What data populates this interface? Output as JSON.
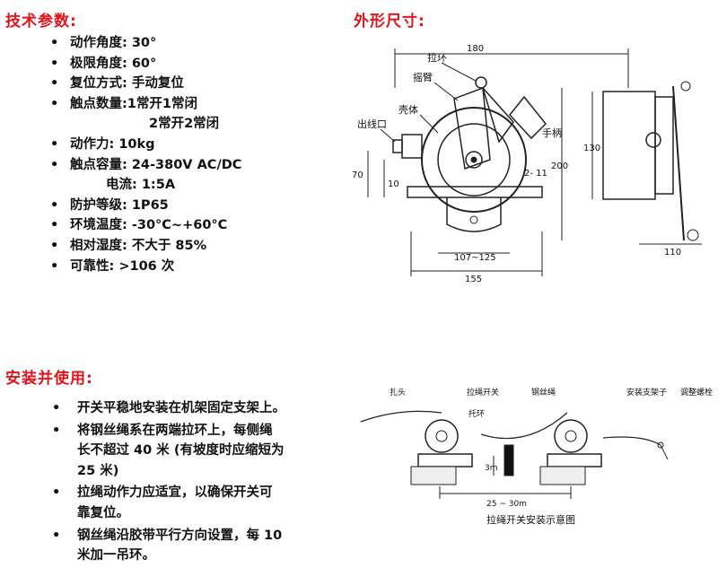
{
  "tech": {
    "title": "技术参数:",
    "items": [
      {
        "bullet": "•",
        "text": "动作角度: 30°"
      },
      {
        "bullet": "•",
        "text": "极限角度: 60°"
      },
      {
        "bullet": "•",
        "text": "复位方式: 手动复位"
      },
      {
        "bullet": "•",
        "text": "触点数量:1常开1常闭"
      },
      {
        "bullet": "",
        "text": "2常开2常闭"
      },
      {
        "bullet": "•",
        "text": "动作力: 10kg"
      },
      {
        "bullet": "•",
        "text": "触点容量: 24-380V AC/DC"
      },
      {
        "bullet": "",
        "text": "电流: 1:5A"
      },
      {
        "bullet": "•",
        "text": "防护等级: 1P65"
      },
      {
        "bullet": "•",
        "text": "环境温度: -30°C~+60°C"
      },
      {
        "bullet": "•",
        "text": "相对湿度: 不大于 85%"
      },
      {
        "bullet": "•",
        "text": "可靠性: >106 次"
      }
    ]
  },
  "dims": {
    "title": "外形尺寸:",
    "labels": {
      "d180": "180",
      "lahuan": "拉环",
      "baibi": "摇臂",
      "keti": "壳体",
      "chuxiankou": "出线口",
      "shoubing": "手柄",
      "d70": "70",
      "d10": "10",
      "d2_11": "2- 11",
      "d200": "200",
      "d107": "107~125",
      "d155": "155",
      "d130": "130",
      "d110": "110"
    }
  },
  "install": {
    "title": "安装并使用:",
    "items": [
      {
        "bullet": "•",
        "lines": [
          "开关平稳地安装在机架固定支架上。"
        ]
      },
      {
        "bullet": "•",
        "lines": [
          "将钢丝绳系在两端拉环上，每侧绳",
          "长不超过 40 米 (有坡度时应缩短为",
          "25 米)"
        ]
      },
      {
        "bullet": "•",
        "lines": [
          "拉绳动作力应适宜，以确保开关可",
          "靠复位。"
        ]
      },
      {
        "bullet": "•",
        "lines": [
          "钢丝绳沿胶带平行方向设置，每 10",
          "米加一吊环。"
        ]
      }
    ],
    "diagram": {
      "kongguan": "扎头",
      "lashengkaiguan": "拉绳开关",
      "tuohuan": "托环",
      "gangsisheng": "钢丝绳",
      "zhijiazi": "安装支架子",
      "tiaojieluoshuan": "调整螺栓",
      "d3m": "3m",
      "d25_30": "25 ~ 30m",
      "caption": "拉绳开关安装示意图"
    }
  }
}
